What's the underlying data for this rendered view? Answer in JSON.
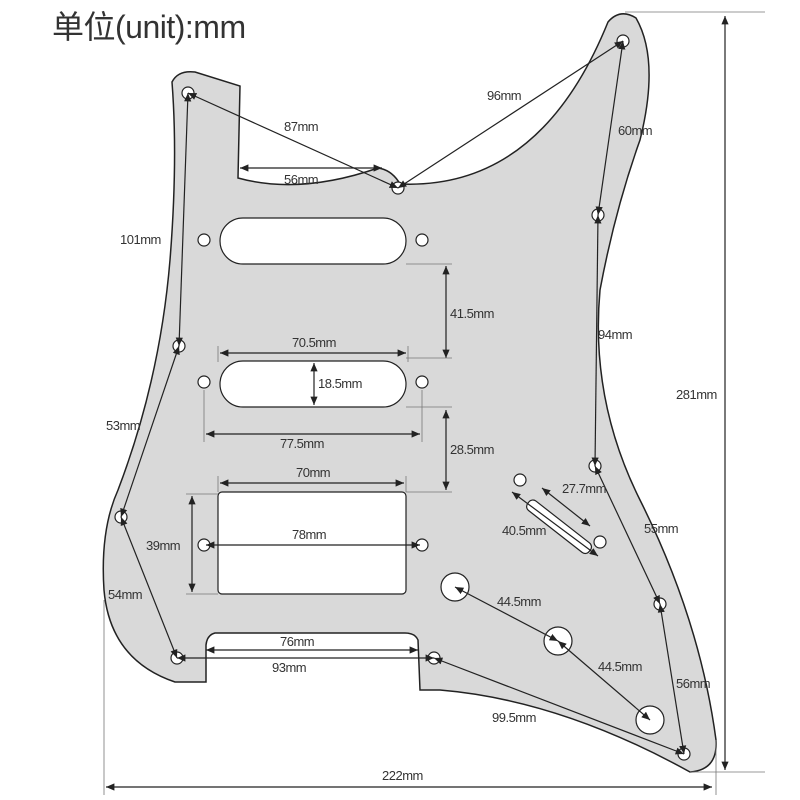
{
  "unit_label": "单位(unit):mm",
  "colors": {
    "pickguard": "#d9d9d9",
    "outline": "#222222",
    "background": "#ffffff"
  },
  "dimensions": {
    "d96": "96mm",
    "d87": "87mm",
    "d60": "60mm",
    "d56a": "56mm",
    "d101": "101mm",
    "d41_5": "41.5mm",
    "d94": "94mm",
    "d70_5": "70.5mm",
    "d18_5": "18.5mm",
    "d281": "281mm",
    "d53": "53mm",
    "d77_5": "77.5mm",
    "d28_5": "28.5mm",
    "d70": "70mm",
    "d27_7": "27.7mm",
    "d55": "55mm",
    "d40_5": "40.5mm",
    "d39": "39mm",
    "d78": "78mm",
    "d54": "54mm",
    "d44_5a": "44.5mm",
    "d76": "76mm",
    "d44_5b": "44.5mm",
    "d93": "93mm",
    "d56b": "56mm",
    "d99_5": "99.5mm",
    "d222": "222mm"
  }
}
